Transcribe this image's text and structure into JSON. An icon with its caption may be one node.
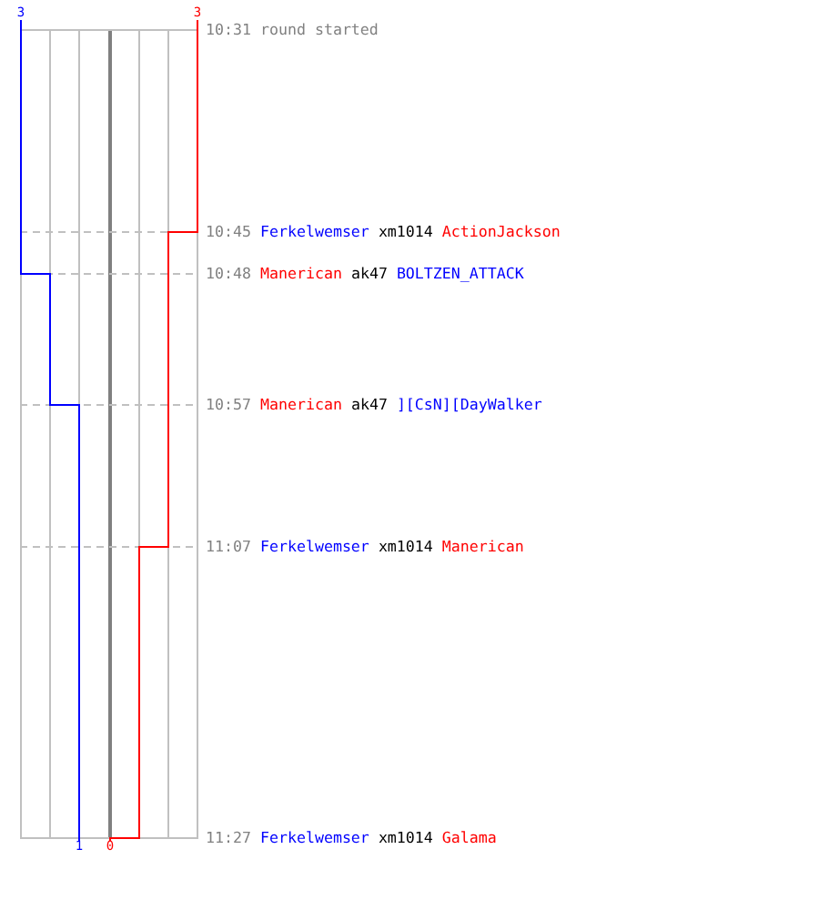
{
  "diagram": {
    "labels": [
      "3",
      "3",
      "10:31",
      "round started",
      "10:45",
      "Ferkelwemser",
      "xm1014",
      "ActionJackson",
      "10:48",
      "Manerican",
      "ak47",
      "BOLTZEN_ATTACK",
      "10:57",
      "Manerican",
      "ak47",
      "][CsN][DayWalker",
      "11:07",
      "Ferkelwemser",
      "xm1014",
      "Manerican",
      "1",
      "0",
      "11:27",
      "Ferkelwemser",
      "xm1014",
      "Galama"
    ]
  }
}
